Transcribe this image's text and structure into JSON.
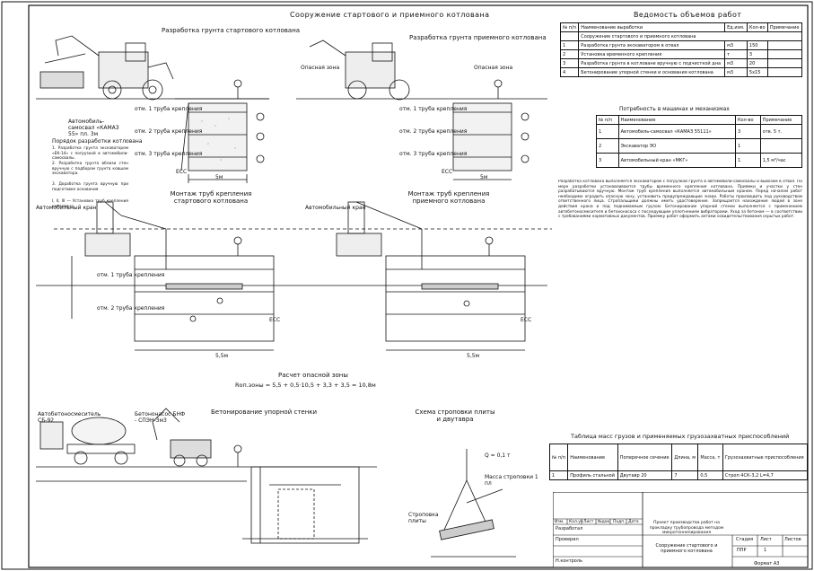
{
  "drawing_title": "Сооружение стартового и приемного котлована",
  "sections": {
    "excavation_start": "Разработка грунта стартового котлована",
    "excavation_receive": "Разработка грунта приемного котлована",
    "mounting_start": "Монтаж труб крепления стартового котлована",
    "mounting_receive": "Монтаж труб крепления приемного котлована",
    "concrete": "Бетонирование упорной стенки",
    "sling_scheme": "Схема строповки плиты и двутавра"
  },
  "labels": {
    "mark_1": "отм. 1 труба крепления",
    "mark_2": "отм. 2 труба крепления",
    "mark_3": "отм. 3 труба крепления",
    "danger_zone": "Опасная зона",
    "ecc": "ЕСС",
    "dim_5m": "5м",
    "dim_55m": "5,5м",
    "truck_caption": "Автомобиль-самосвал «КАМАЗ 55» пл. 3м",
    "mixer_caption": "Автобетоносмеситель СБ-92",
    "pump_caption": "Бетононасос БНФ - СПЭН-3м3",
    "crane_label": "Автомобильный кран",
    "calc_title": "Расчет опасной зоны",
    "calc_formula": "Rоп.зоны = 5,5 + 0,5·10,5 + 3,3 + 3,5 = 10,8м",
    "sling_load": "Q = 0,1 т",
    "sling_label": "Масса строповки 1 пл",
    "sling_text": "Строповка плиты"
  },
  "procedure_notes": {
    "title": "Порядок разработки котлована",
    "lines": [
      "1. Разработка грунта экскаватором «ЕК-14» с погрузкой в автомобили-самосвалы.",
      "2. Разработка грунта вблизи стен вручную с подбором грунта ковшом экскаватора.",
      "3. Доработка грунта вручную при подготовке основания.",
      "I, II, III — Установка труб крепления котлована."
    ]
  },
  "volume_table": {
    "title": "Ведомость объемов работ",
    "headers": [
      "№ п/п",
      "Наименование выработки",
      "Ед.изм.",
      "Кол-во",
      "Примечание"
    ],
    "section_row": "Сооружение стартового и приемного котлована",
    "rows": [
      [
        "1",
        "Разработка грунта экскаватором в отвал",
        "м3",
        "150",
        ""
      ],
      [
        "2",
        "Установка временного крепления",
        "т",
        "3",
        ""
      ],
      [
        "3",
        "Разработка грунта в котловане вручную с подчисткой дна",
        "м3",
        "20",
        ""
      ],
      [
        "4",
        "Бетонирование упорной стенки и основания котлована",
        "м3",
        "5х15",
        ""
      ]
    ]
  },
  "machinery_table": {
    "title": "Потребность в машинах и механизмах",
    "headers": [
      "№ п/п",
      "Наименование",
      "Кол-во",
      "Примечание"
    ],
    "rows": [
      [
        "1",
        "Автомобиль-самосвал «КАМАЗ 55111»",
        "3",
        "отв. 5 т."
      ],
      [
        "2",
        "Экскаватор ЭО",
        "1",
        ""
      ],
      [
        "3",
        "Автомобильный кран «МКГ»",
        "1",
        "1,5 м³/час"
      ]
    ]
  },
  "notes_text": "Разработка котлована выполняется экскаватором с погрузкой грунта в автомобили-самосвалы и вывозом в отвал. По мере разработки устанавливаются трубы временного крепления котлована. Приямки и участки у стен разрабатываются вручную. Монтаж труб крепления выполняется автомобильным краном. Перед началом работ необходимо оградить опасную зону, установить предупреждающие знаки. Работы производить под руководством ответственного лица. Стропальщики должны иметь удостоверение. Запрещается нахождение людей в зоне действия крана и под поднимаемым грузом. Бетонирование упорной стенки выполняется с применением автобетоносмесителя и бетононасоса с последующим уплотнением вибраторами. Уход за бетоном — в соответствии с требованиями нормативных документов. Приемку работ оформить актами освидетельствования скрытых работ.",
  "cargo_table": {
    "title": "Таблица масс грузов и применяемых грузозахватных приспособлений",
    "headers": [
      "№ п/п",
      "Наименование",
      "Поперечное сечение",
      "Длина, м",
      "Масса, т",
      "Грузозахватные приспособления"
    ],
    "rows": [
      [
        "1",
        "Профиль стальной",
        "Двутавр 20",
        "7",
        "0,5",
        "Строп 4СК-3,2 L=4,7"
      ]
    ]
  },
  "title_block": {
    "row_headers": [
      "Изм.",
      "Кол.уч",
      "Лист",
      "№док.",
      "Подп.",
      "Дата"
    ],
    "roles": [
      "Разработал",
      "Проверил",
      "Н.контроль"
    ],
    "project": "Проект производства работ на прокладку трубопровода методом микротоннелирования",
    "sheet_title": "Сооружение стартового и приемного котлована",
    "stage_label": "Стадия",
    "stage": "ППР",
    "sheet_label": "Лист",
    "sheet": "1",
    "sheets_label": "Листов",
    "format": "Формат А3"
  }
}
